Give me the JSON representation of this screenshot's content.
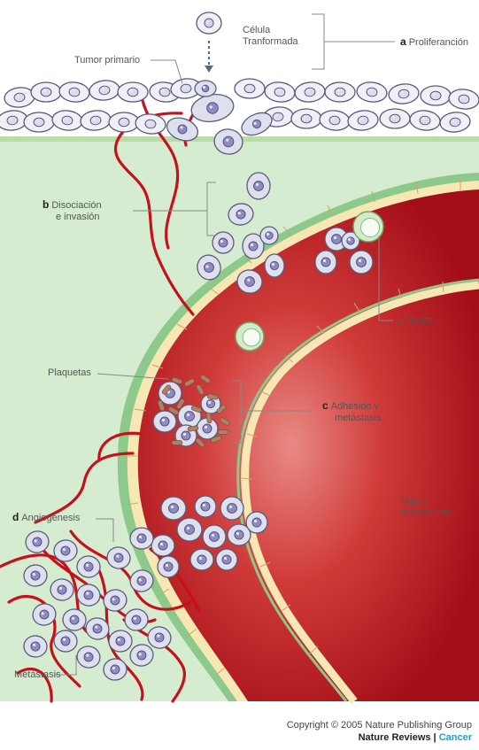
{
  "labels": {
    "celula": [
      "Célula",
      "Tranformada"
    ],
    "a_letter": "a",
    "a_text": "Proliferanción",
    "tumor_primario": "Tumor primario",
    "b_letter": "b",
    "b_text": [
      "Disociación",
      "e invasión"
    ],
    "linfocito": "Linfocito",
    "plaquetas": "Plaquetas",
    "c_letter": "c",
    "c_text": [
      "Adhesión y",
      "metástasis"
    ],
    "matriz": [
      "Matriz",
      "extracelular"
    ],
    "d_letter": "d",
    "d_text": "Angiogénesis",
    "metastasis": "Metástasis"
  },
  "footer": {
    "copyright": "Copyright © 2005 Nature Publishing Group",
    "journal": "Nature Reviews",
    "separator": " | ",
    "section": "Cancer"
  },
  "colors": {
    "tissue": "#d6ecd1",
    "tissue_edge": "#b9dca9",
    "vessel_red": "#b3141e",
    "vessel_wall": "#f7e7b4",
    "capillary": "#c8101c",
    "cell_fill": "#dfe0ee",
    "cell_stroke": "#5b5a7a",
    "nucleus": "#8d8bc0",
    "lymphocyte": "#d3ebc9",
    "platelet": "#b08065"
  }
}
